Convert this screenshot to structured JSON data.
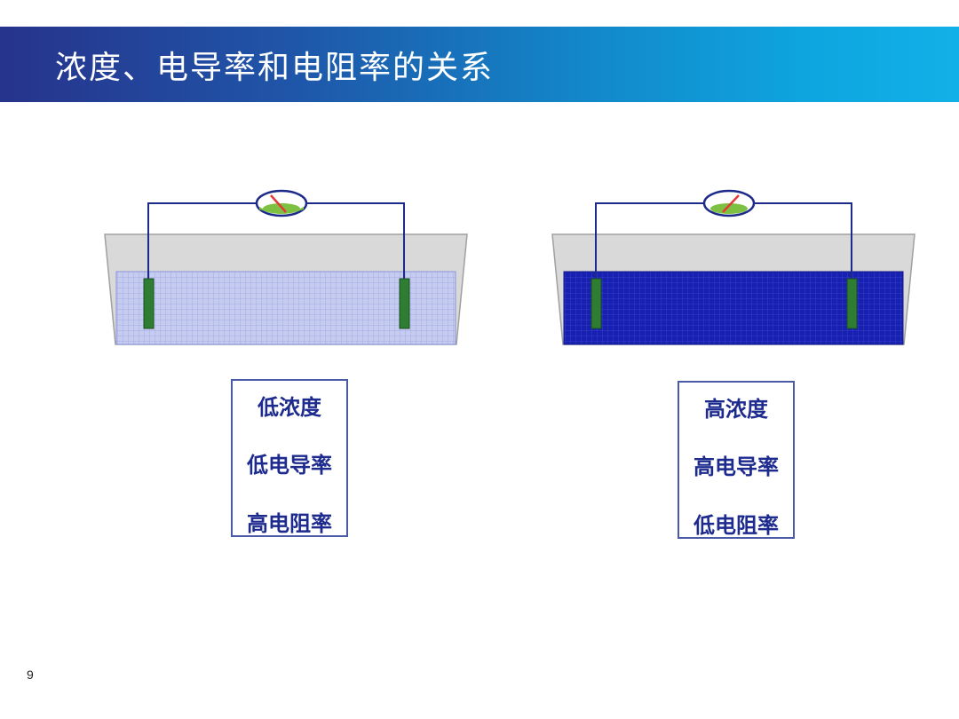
{
  "slide": {
    "title": "浓度、电导率和电阻率的关系",
    "page_number": "9"
  },
  "cells": [
    {
      "solution_color": "#b9c0ec",
      "labels": [
        "低浓度",
        "低电导率",
        "高电阻率"
      ]
    },
    {
      "solution_color": "#1b1fb6",
      "labels": [
        "高浓度",
        "高电导率",
        "低电阻率"
      ]
    }
  ],
  "colors": {
    "header_start": "#27338c",
    "header_end": "#12b0e8",
    "wire": "#1e2a8a",
    "electrode": "#2e7d32",
    "meter_face": "#7ec142",
    "needle": "#e53935",
    "label_text": "#1d2a8e"
  }
}
